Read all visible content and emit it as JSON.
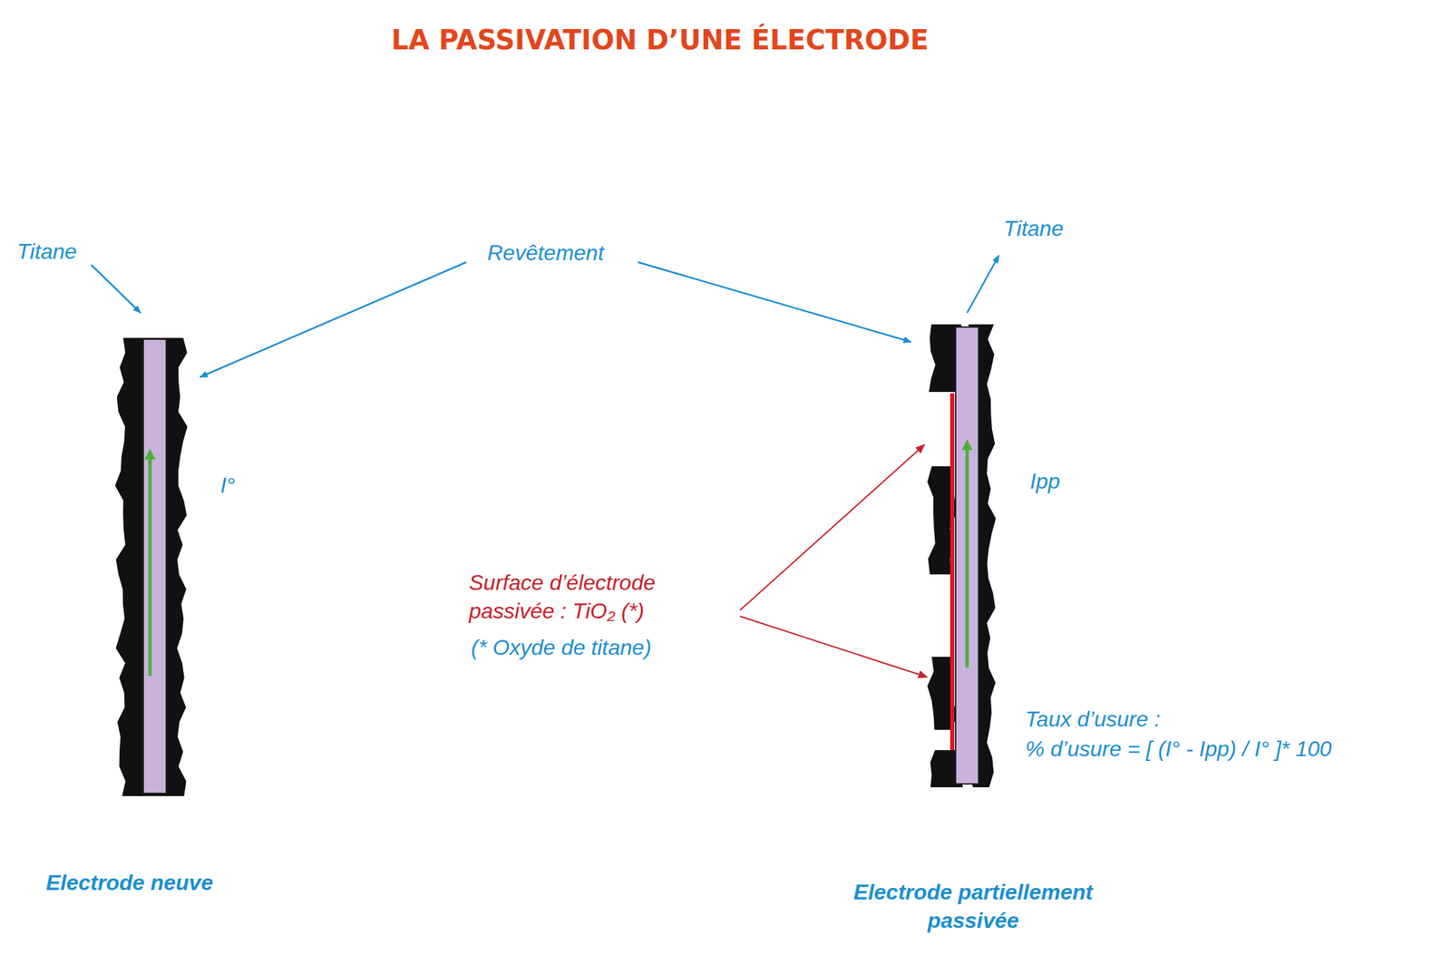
{
  "diagram": {
    "title": "LA PASSIVATION D’UNE ÉLECTRODE",
    "labels": [
      "Titane",
      "Revêtement",
      "Titane",
      "I°",
      "Ipp",
      "Surface d’électrode passivée : TiO₂ (*)",
      "(* Oxyde de titane)",
      "Taux d’usure :",
      "% d’usure = [ (I° - Ipp) / I° ]* 100",
      "Electrode neuve",
      "Electrode partiellement passivée"
    ]
  }
}
